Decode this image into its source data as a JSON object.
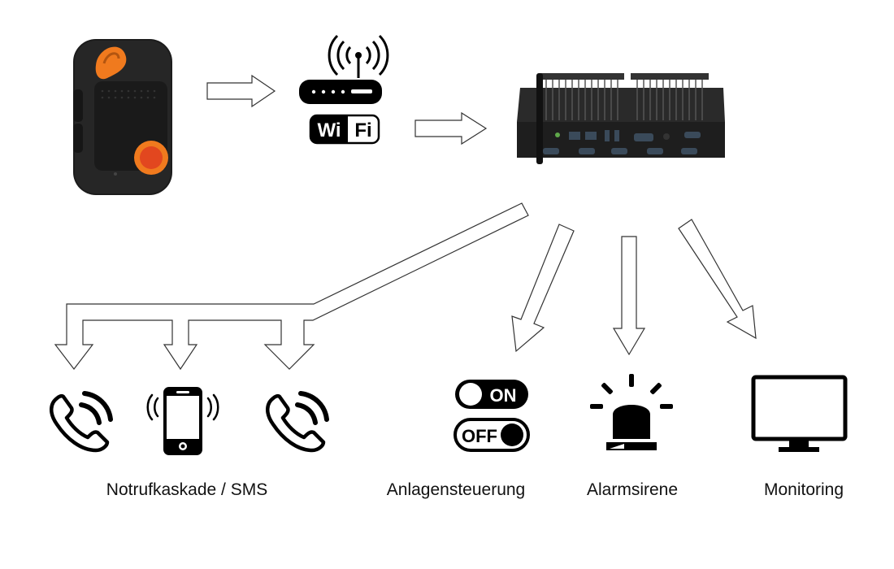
{
  "devices": {
    "wifi": {
      "wi": "Wi",
      "fi": "Fi"
    }
  },
  "toggle": {
    "on": "ON",
    "off": "OFF"
  },
  "labels": {
    "cascade": "Notrufkaskade / SMS",
    "control": "Anlagensteuerung",
    "siren": "Alarmsirene",
    "monitoring": "Monitoring"
  },
  "colors": {
    "accent_orange": "#F07A1E",
    "button_red": "#E2471F",
    "device_dark": "#1f1f1f",
    "icon_black": "#000000"
  }
}
